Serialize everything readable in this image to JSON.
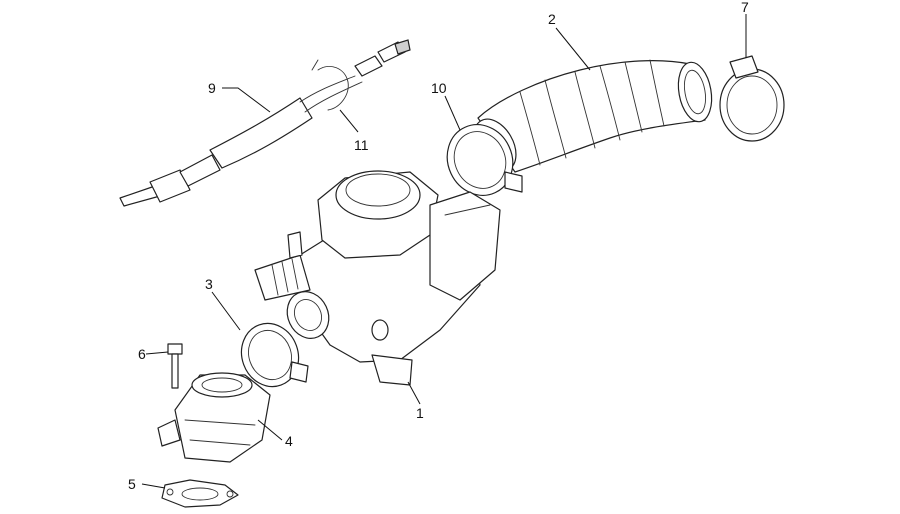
{
  "diagram": {
    "callouts": [
      {
        "id": "c1",
        "label": "1"
      },
      {
        "id": "c2",
        "label": "2"
      },
      {
        "id": "c3",
        "label": "3"
      },
      {
        "id": "c4",
        "label": "4"
      },
      {
        "id": "c5",
        "label": "5"
      },
      {
        "id": "c6",
        "label": "6"
      },
      {
        "id": "c7",
        "label": "7"
      },
      {
        "id": "c9",
        "label": "9"
      },
      {
        "id": "c10",
        "label": "10"
      },
      {
        "id": "c11",
        "label": "11"
      }
    ]
  }
}
